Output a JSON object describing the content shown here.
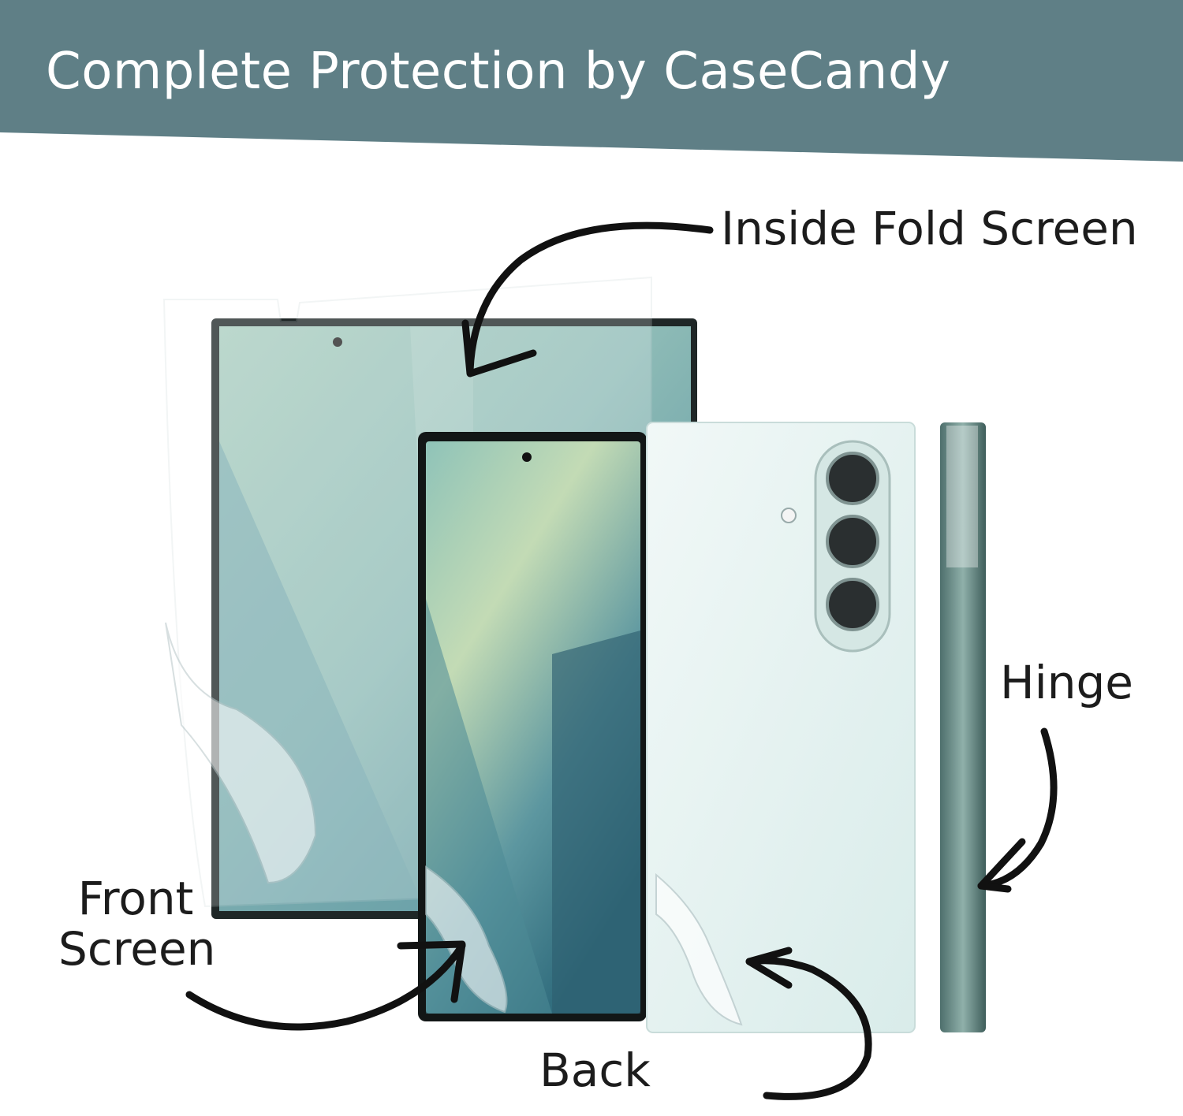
{
  "banner": {
    "title": "Complete Protection by CaseCandy",
    "color": "#5f7f86"
  },
  "callouts": {
    "inside_fold": "Inside Fold Screen",
    "hinge": "Hinge",
    "front_line1": "Front",
    "front_line2": "Screen",
    "back": "Back"
  },
  "colors": {
    "screen_teal": "#6fa3ab",
    "screen_mint": "#bcd9c4",
    "phone_back": "#e6f3f2",
    "bezel": "#1a1a1a",
    "arrow": "#111111"
  }
}
